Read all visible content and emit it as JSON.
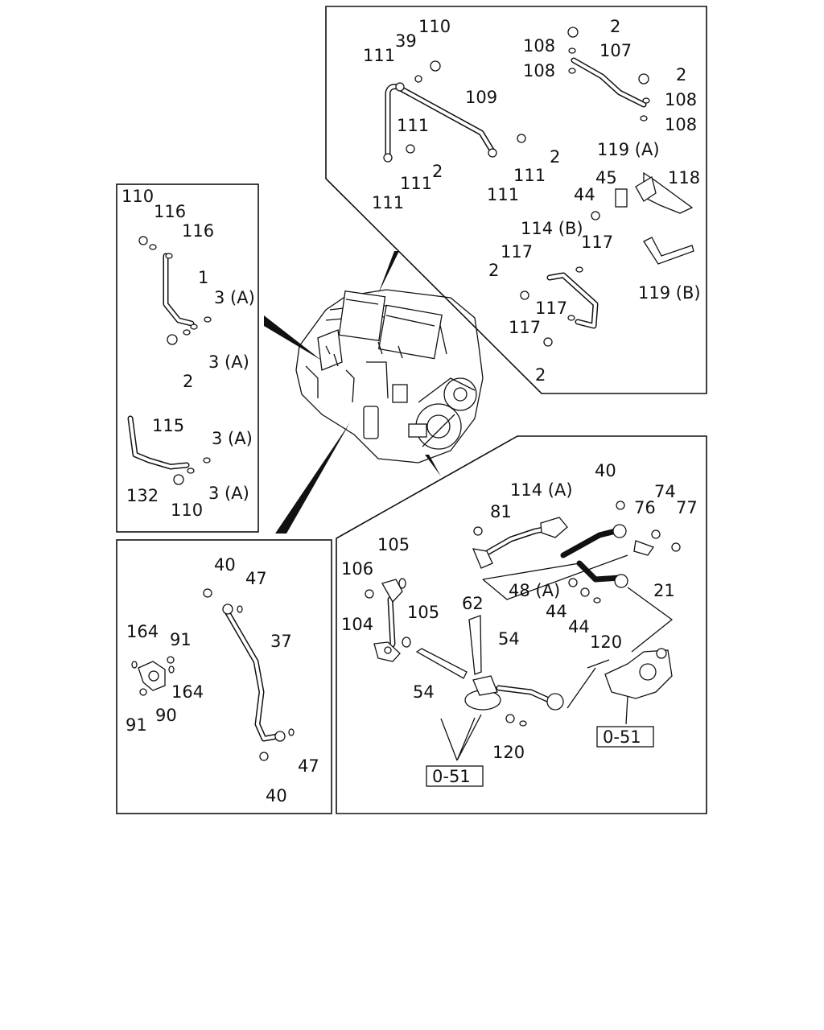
{
  "panels": {
    "top_right": {
      "labels": [
        "110",
        "39",
        "111",
        "109",
        "111",
        "2",
        "111",
        "111",
        "2",
        "111",
        "111",
        "2",
        "108",
        "107",
        "108",
        "2",
        "108",
        "108",
        "119 (A)",
        "45",
        "118",
        "44",
        "114 (B)",
        "117",
        "117",
        "2",
        "117",
        "117",
        "2",
        "119 (B)"
      ]
    },
    "left": {
      "labels": [
        "110",
        "116",
        "116",
        "1",
        "3 (A)",
        "3 (A)",
        "2",
        "115",
        "3 (A)",
        "132",
        "110",
        "3 (A)"
      ]
    },
    "bottom_left": {
      "labels": [
        "40",
        "47",
        "37",
        "164",
        "91",
        "164",
        "91",
        "90",
        "47",
        "40"
      ]
    },
    "bottom_right": {
      "labels": [
        "40",
        "114 (A)",
        "81",
        "74",
        "76",
        "77",
        "105",
        "106",
        "21",
        "62",
        "48 (A)",
        "105",
        "104",
        "44",
        "44",
        "54",
        "120",
        "54",
        "120"
      ]
    }
  },
  "references": [
    "0-51",
    "0-51"
  ]
}
